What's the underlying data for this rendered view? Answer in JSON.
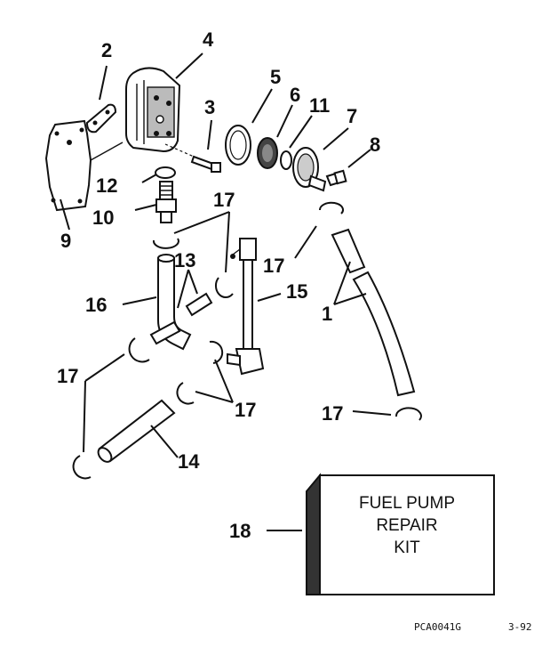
{
  "callouts": {
    "c1": "1",
    "c2": "2",
    "c3": "3",
    "c4": "4",
    "c5": "5",
    "c6": "6",
    "c7": "7",
    "c8": "8",
    "c9": "9",
    "c10": "10",
    "c11": "11",
    "c12": "12",
    "c13": "13",
    "c14": "14",
    "c15": "15",
    "c16": "16",
    "c17a": "17",
    "c17b": "17",
    "c17c": "17",
    "c17d": "17",
    "c17e": "17",
    "c18": "18"
  },
  "kit": {
    "line1": "FUEL PUMP",
    "line2": "REPAIR",
    "line3": "KIT"
  },
  "footer": {
    "code": "PCA0041G",
    "date": "3-92"
  }
}
